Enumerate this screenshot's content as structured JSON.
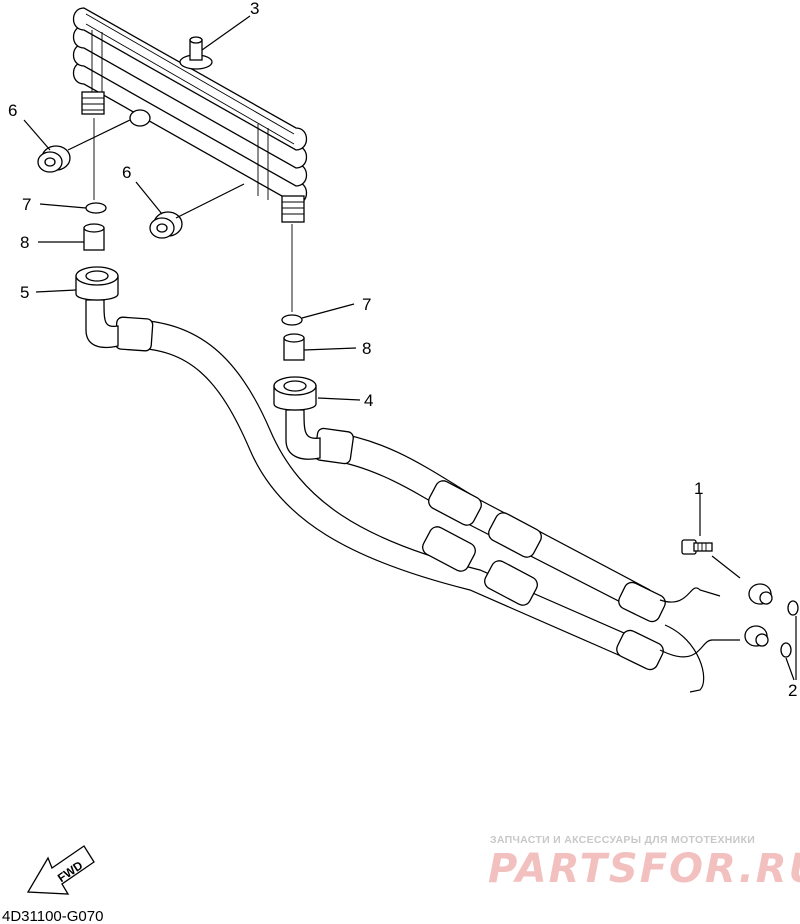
{
  "callouts": {
    "c1": "1",
    "c2": "2",
    "c3": "3",
    "c4": "4",
    "c5": "5",
    "c6a": "6",
    "c6b": "6",
    "c7a": "7",
    "c7b": "7",
    "c8a": "8",
    "c8b": "8"
  },
  "fwd_label": "FWD",
  "diagram_code": "4D31100-G070",
  "watermark": {
    "tagline": "ЗАПЧАСТИ И АКСЕССУАРЫ ДЛЯ МОТОТЕХНИКИ",
    "brand": "PARTSFOR.RU"
  },
  "colors": {
    "watermark_brand": "#f3c0c0",
    "watermark_tagline": "#c8c8c8"
  }
}
